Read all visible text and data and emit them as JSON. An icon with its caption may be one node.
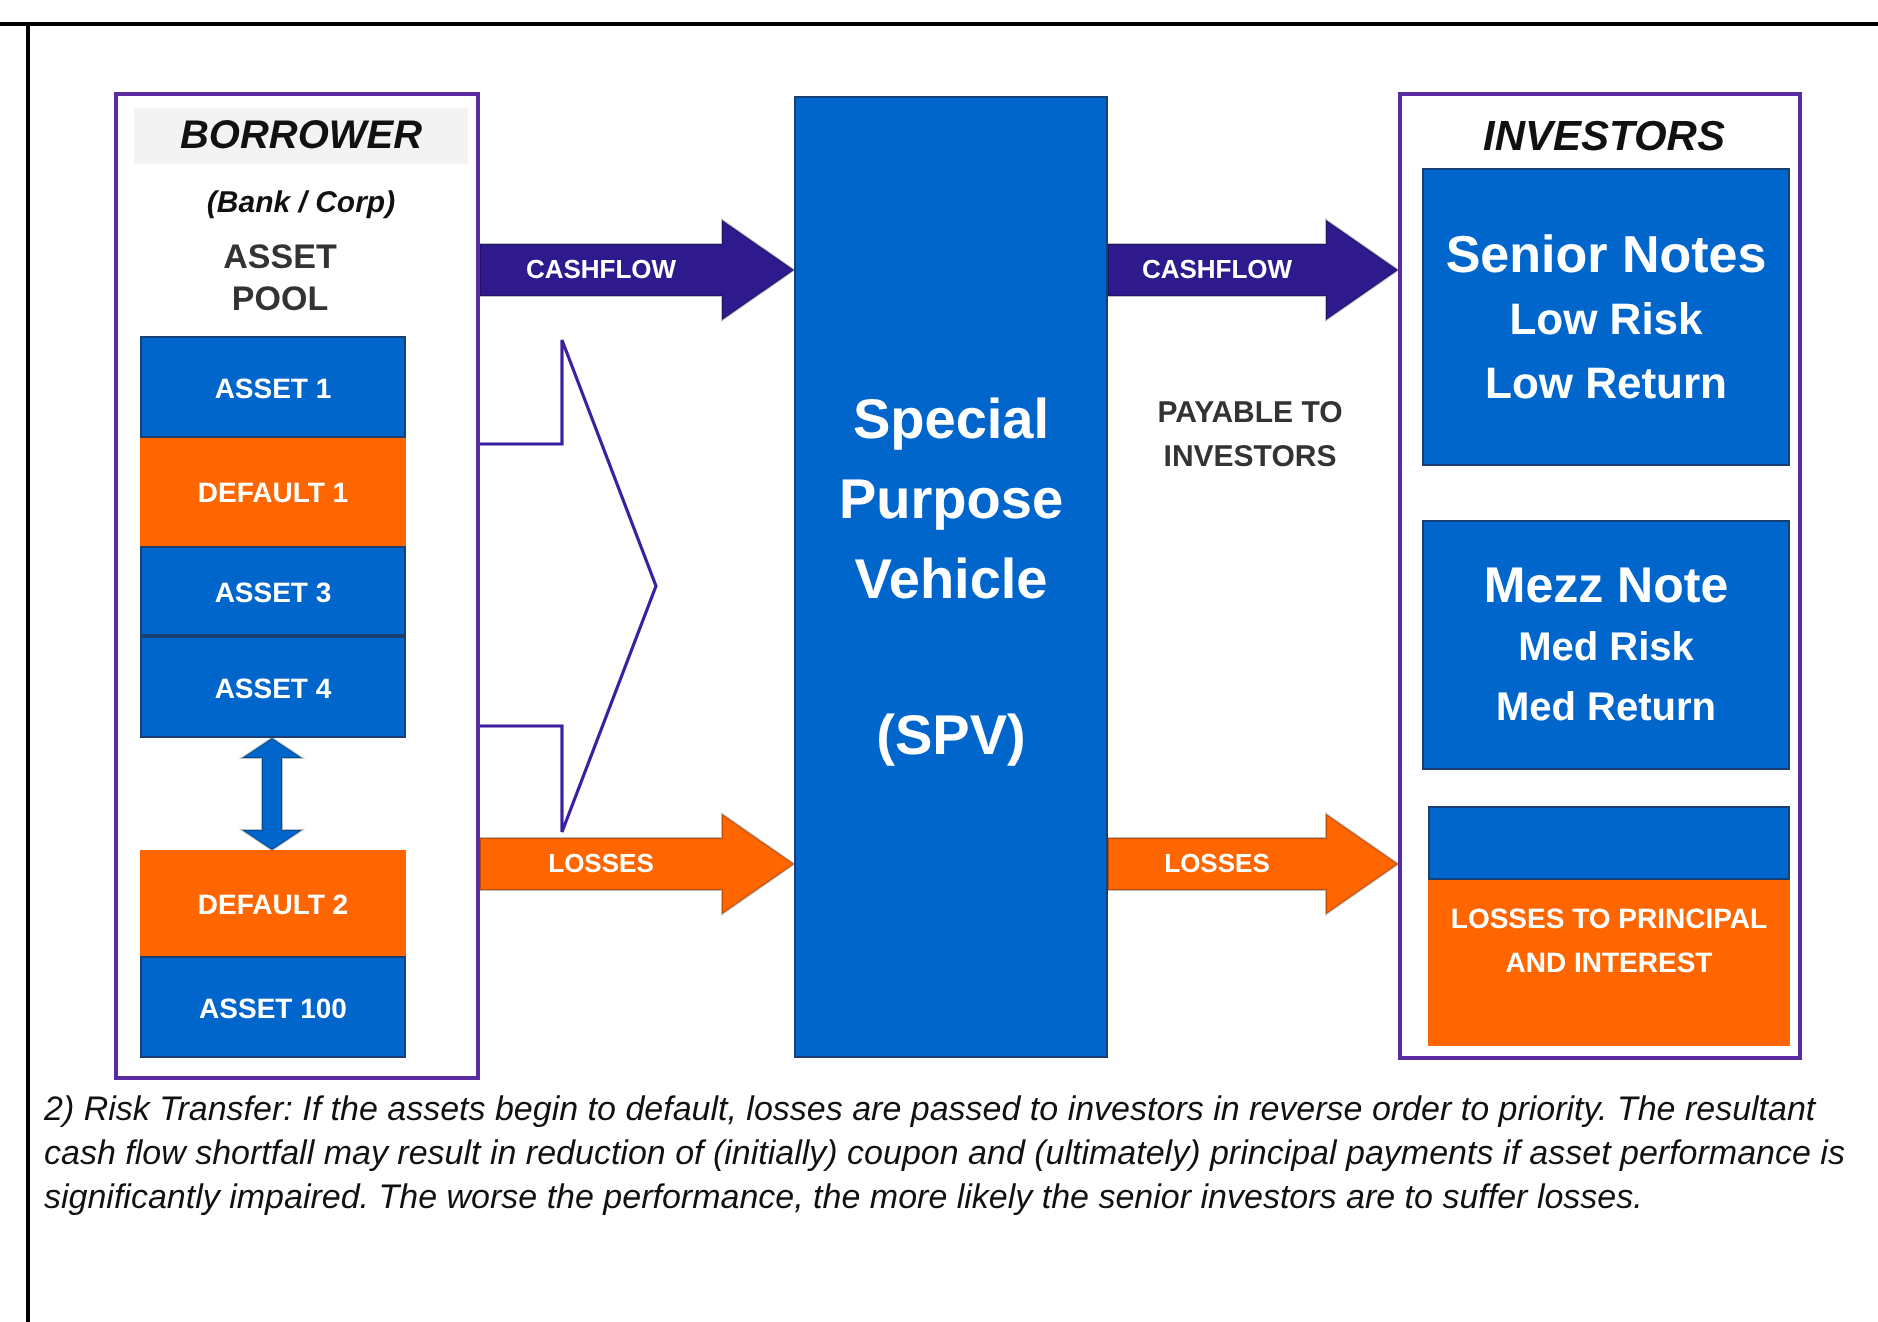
{
  "diagram": {
    "caption": "2) Risk Transfer: If the assets begin to default, losses are passed to investors in reverse order to priority. The resultant cash flow shortfall may result in reduction of (initially) coupon and (ultimately) principal payments if asset performance is significantly impaired. The worse the performance, the more likely the senior investors are to suffer losses.",
    "nodes": [
      {
        "text": [
          "BORROWER",
          "(Bank / Corp)",
          "ASSET POOL"
        ]
      },
      {
        "text": [
          "ASSET 1"
        ],
        "in": 0
      },
      {
        "text": [
          "DEFAULT 1"
        ],
        "in": 0
      },
      {
        "text": [
          "ASSET 3"
        ],
        "in": 0
      },
      {
        "text": [
          "ASSET 4"
        ],
        "in": 0
      },
      {
        "text": [
          "DEFAULT 2"
        ],
        "in": 0
      },
      {
        "text": [
          "ASSET 100"
        ],
        "in": 0
      },
      {
        "text": [
          "Special Purpose Vehicle",
          "(SPV)"
        ]
      },
      {
        "text": [
          "INVESTORS"
        ]
      },
      {
        "text": [
          "Senior Notes",
          "Low Risk",
          "Low Return"
        ],
        "in": 8
      },
      {
        "text": [
          "Mezz Note",
          "Med Risk",
          "Med Return"
        ],
        "in": 8
      },
      {
        "text": [],
        "shape": "box",
        "in": 8
      },
      {
        "text": [
          "LOSSES TO PRINCIPAL AND INTEREST"
        ],
        "in": 8
      }
    ],
    "edges": [
      {
        "from": 0,
        "to": 7,
        "arrow": "to",
        "label": "CASHFLOW",
        "style": "thick",
        "color": "#2e1a8c"
      },
      {
        "from": 0,
        "to": 7,
        "arrow": "to",
        "label": "LOSSES",
        "style": "thick",
        "color": "#ff6600"
      },
      {
        "from": 7,
        "to": 8,
        "arrow": "to",
        "label": "CASHFLOW",
        "style": "thick",
        "color": "#2e1a8c"
      },
      {
        "from": 7,
        "to": 8,
        "arrow": "to",
        "label": "LOSSES",
        "style": "thick",
        "color": "#ff6600"
      },
      {
        "from": 4,
        "to": 5,
        "arrow": "both",
        "style": "thick",
        "color": "#0066cc"
      }
    ],
    "labels": [
      "PAYABLE TO INVESTORS"
    ]
  }
}
